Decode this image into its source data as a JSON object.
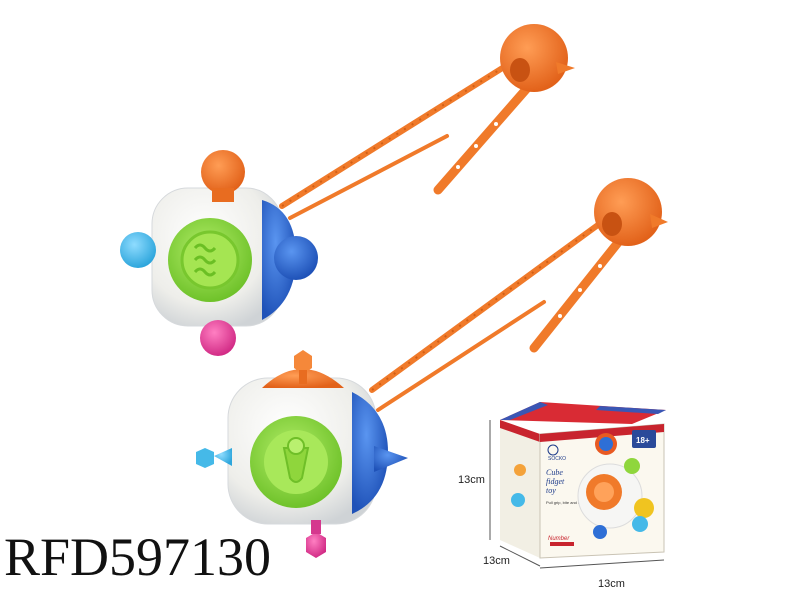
{
  "product_code": "RFD597130",
  "box": {
    "brand": "SOCKO",
    "title_line1": "Cube",
    "title_line2": "fidget",
    "title_line3": "toy",
    "tagline": "Pull grip, bite and discover!",
    "age_badge": "18+",
    "sub_label": "Number"
  },
  "dimensions": {
    "height": "13cm",
    "depth": "13cm",
    "width": "13cm"
  },
  "colors": {
    "orange": "#f07a2a",
    "white_body": "#f4f4f2",
    "green": "#8fd63c",
    "blue": "#2e6fd6",
    "light_blue": "#45b9e8",
    "pink": "#e8439a"
  }
}
